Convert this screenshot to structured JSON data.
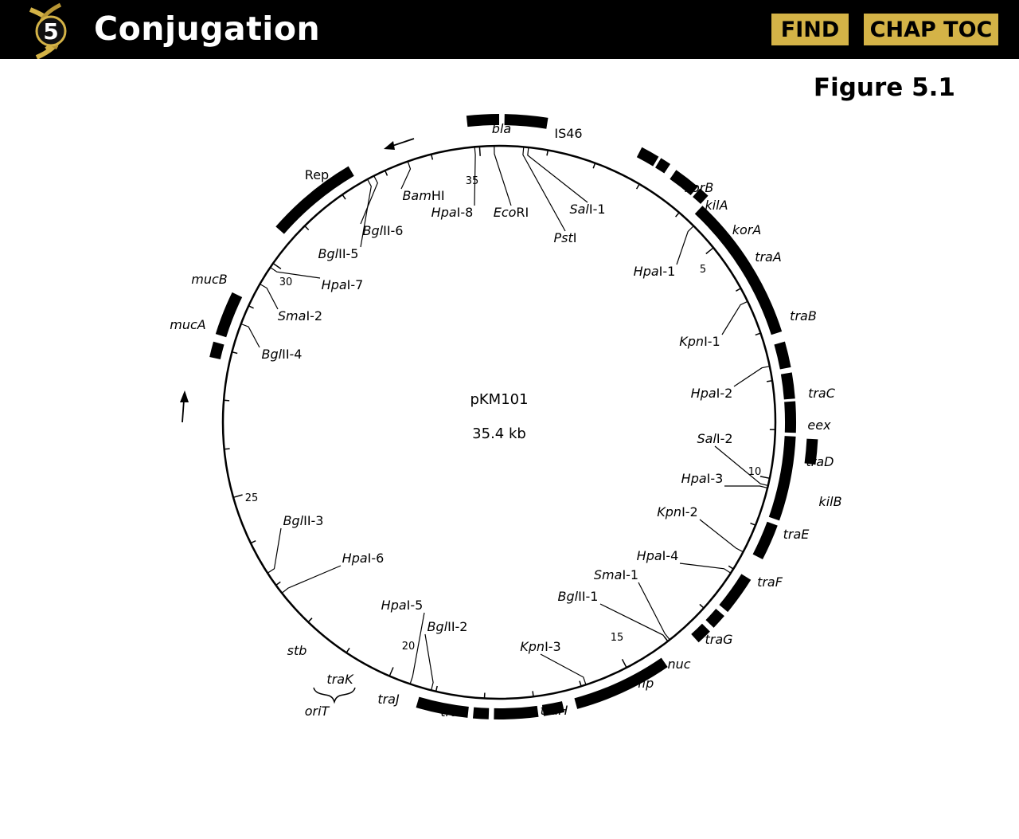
{
  "header": {
    "chapter_number": "5",
    "title": "Conjugation",
    "find_label": "FIND",
    "toc_label": "CHAP TOC"
  },
  "figure_label": "Figure 5.1",
  "plasmid": {
    "name": "pKM101",
    "size": "35.4 kb",
    "total_kb": 35.4,
    "ticks_kb": [
      {
        "kb": 5,
        "label": "5"
      },
      {
        "kb": 10,
        "label": "10"
      },
      {
        "kb": 15,
        "label": "15"
      },
      {
        "kb": 20,
        "label": "20"
      },
      {
        "kb": 25,
        "label": "25"
      },
      {
        "kb": 30,
        "label": "30"
      },
      {
        "kb": 35,
        "label": "35"
      }
    ],
    "genes": [
      {
        "label": "bla",
        "start_kb": 34.8,
        "end_kb": 35.4,
        "italic": true
      },
      {
        "label": "IS46",
        "start_kb": 0.1,
        "end_kb": 0.9,
        "italic": false
      },
      {
        "label": "korB",
        "start_kb": 2.7,
        "end_kb": 3.05,
        "italic": true
      },
      {
        "label": "kilA",
        "start_kb": 3.1,
        "end_kb": 3.3,
        "italic": true
      },
      {
        "label": "korA",
        "start_kb": 3.45,
        "end_kb": 3.95,
        "italic": true
      },
      {
        "label": "traA",
        "start_kb": 4.0,
        "end_kb": 4.2,
        "italic": true
      },
      {
        "label": "traB",
        "start_kb": 4.25,
        "end_kb": 7.1,
        "italic": true
      },
      {
        "label": "traC",
        "start_kb": 7.3,
        "end_kb": 7.8,
        "italic": true
      },
      {
        "label": "eex",
        "start_kb": 7.9,
        "end_kb": 8.4,
        "italic": true
      },
      {
        "label": "traD",
        "start_kb": 8.45,
        "end_kb": 9.05,
        "italic": true
      },
      {
        "label": "kilB",
        "start_kb": 9.15,
        "end_kb": 9.6,
        "italic": true
      },
      {
        "label": "traE",
        "start_kb": 9.12,
        "end_kb": 10.75,
        "italic": true
      },
      {
        "label": "traF",
        "start_kb": 10.85,
        "end_kb": 11.55,
        "italic": true
      },
      {
        "label": "traG",
        "start_kb": 12.0,
        "end_kb": 12.75,
        "italic": true
      },
      {
        "label": "nuc",
        "start_kb": 12.85,
        "end_kb": 13.15,
        "italic": true
      },
      {
        "label": "fip",
        "start_kb": 13.25,
        "end_kb": 13.55,
        "italic": true
      },
      {
        "label": "traH",
        "start_kb": 14.3,
        "end_kb": 16.2,
        "italic": true
      },
      {
        "label": "traI",
        "start_kb": 16.45,
        "end_kb": 16.85,
        "italic": true
      },
      {
        "label": "traJ",
        "start_kb": 16.95,
        "end_kb": 17.8,
        "italic": true
      },
      {
        "label": "traK",
        "start_kb": 17.9,
        "end_kb": 18.2,
        "italic": true
      },
      {
        "label": "stb",
        "start_kb": 18.3,
        "end_kb": 19.3,
        "italic": true
      },
      {
        "label": "mucA",
        "start_kb": 27.8,
        "end_kb": 28.1,
        "italic": true
      },
      {
        "label": "mucB",
        "start_kb": 28.25,
        "end_kb": 29.1,
        "italic": true
      },
      {
        "label": "Rep",
        "start_kb": 30.6,
        "end_kb": 32.4,
        "italic": false
      }
    ],
    "sites": [
      {
        "enzyme": "Sal",
        "suffix": "I-1",
        "kb": 0.6
      },
      {
        "enzyme": "Pst",
        "suffix": "I",
        "kb": 0.5
      },
      {
        "enzyme": "Hpa",
        "suffix": "I-1",
        "kb": 4.4
      },
      {
        "enzyme": "Kpn",
        "suffix": "I-1",
        "kb": 6.3
      },
      {
        "enzyme": "Hpa",
        "suffix": "I-2",
        "kb": 7.7
      },
      {
        "enzyme": "Sal",
        "suffix": "I-2",
        "kb": 10.15
      },
      {
        "enzyme": "Hpa",
        "suffix": "I-3",
        "kb": 10.2
      },
      {
        "enzyme": "Kpn",
        "suffix": "I-2",
        "kb": 11.6
      },
      {
        "enzyme": "Hpa",
        "suffix": "I-4",
        "kb": 12.1
      },
      {
        "enzyme": "Sma",
        "suffix": "I-1",
        "kb": 13.95
      },
      {
        "enzyme": "Bgl",
        "suffix": "II-1",
        "kb": 14.0
      },
      {
        "enzyme": "Kpn",
        "suffix": "I-3",
        "kb": 15.9
      },
      {
        "enzyme": "Bgl",
        "suffix": "II-2",
        "kb": 19.1
      },
      {
        "enzyme": "Hpa",
        "suffix": "I-5",
        "kb": 19.55
      },
      {
        "enzyme": "Hpa",
        "suffix": "I-6",
        "kb": 22.8
      },
      {
        "enzyme": "Bgl",
        "suffix": "II-3",
        "kb": 23.3
      },
      {
        "enzyme": "Bgl",
        "suffix": "II-4",
        "kb": 28.6
      },
      {
        "enzyme": "Sma",
        "suffix": "I-2",
        "kb": 29.5
      },
      {
        "enzyme": "Hpa",
        "suffix": "I-7",
        "kb": 29.9
      },
      {
        "enzyme": "Bgl",
        "suffix": "II-5",
        "kb": 32.6
      },
      {
        "enzyme": "Bgl",
        "suffix": "II-6",
        "kb": 32.75
      },
      {
        "enzyme": "Bam",
        "suffix": "HI",
        "kb": 33.5
      },
      {
        "enzyme": "Hpa",
        "suffix": "I-8",
        "kb": 34.9
      },
      {
        "enzyme": "Eco",
        "suffix": "RI",
        "kb": 35.3
      }
    ],
    "oriT_label": "oriT"
  }
}
